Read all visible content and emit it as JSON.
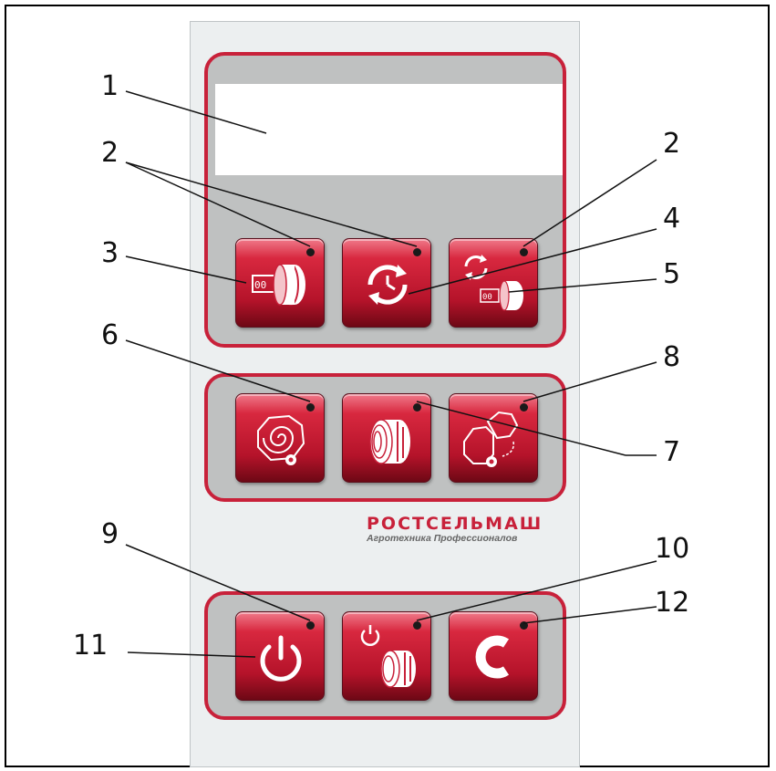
{
  "callouts": [
    "1",
    "2",
    "2",
    "3",
    "4",
    "5",
    "6",
    "7",
    "8",
    "9",
    "10",
    "11",
    "12"
  ],
  "brand": {
    "name": "РОСТСЕЛЬМАШ",
    "tagline": "Агротехника Профессионалов"
  },
  "icons": {
    "btn3": "bale-counter-icon",
    "btn4": "cycle-icon",
    "btn5": "cycle-counter-icon",
    "btn6": "wrap-icon",
    "btn7": "net-wrap-icon",
    "btn8": "bale-eject-icon",
    "btn10": "power-net-icon",
    "btn11": "power-icon",
    "btn12": "clear-icon"
  },
  "colors": {
    "accent": "#c8213a",
    "panel": "#bfc1c1"
  }
}
